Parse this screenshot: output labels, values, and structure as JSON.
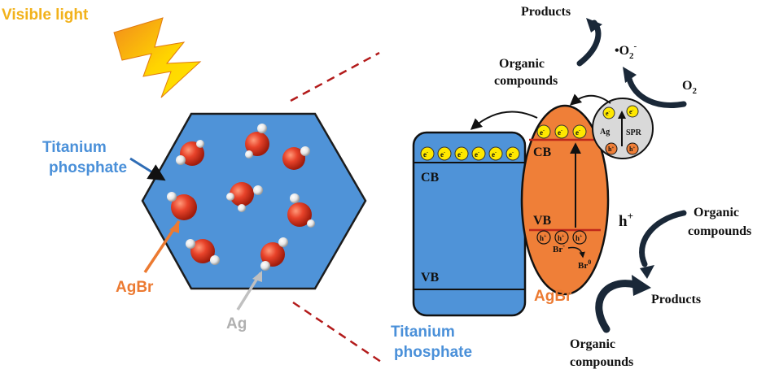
{
  "labels": {
    "visible_light": "Visible light",
    "titanium_phosphate_left_1": "Titanium",
    "titanium_phosphate_left_2": "phosphate",
    "agbr_left": "AgBr",
    "ag_left": "Ag",
    "products_top": "Products",
    "superoxide_prefix": "•O",
    "superoxide_sub": "2",
    "superoxide_sup": "-",
    "o2_prefix": "O",
    "o2_sub": "2",
    "organic_top_1": "Organic",
    "organic_top_2": "compounds",
    "cb_left": "CB",
    "vb_left": "VB",
    "cb_right": "CB",
    "vb_right": "VB",
    "ag_sphere": "Ag",
    "spr": "SPR",
    "electron": "e",
    "electron_sup": "-",
    "hole": "h",
    "hole_sup": "+",
    "br_minus": "Br",
    "br_minus_sup": "-",
    "br_zero": "Br",
    "br_zero_sup": "0",
    "hplus": "h",
    "hplus_sup": "+",
    "organic_right_1": "Organic",
    "organic_right_2": "compounds",
    "products_right": "Products",
    "organic_bottom_1": "Organic",
    "organic_bottom_2": "compounds",
    "agbr_right": "AgBr",
    "titanium_phosphate_right_1": "Titanium",
    "titanium_phosphate_right_2": "phosphate"
  },
  "colors": {
    "titanium_blue": "#4f93d8",
    "agbr_orange": "#ef7f38",
    "ag_gray": "#d9d9d9",
    "visible_light_yellow": "#f2b21b",
    "lightning_yellow": "#ffe600",
    "lightning_orange": "#f28b1c",
    "particle_red": "#e8432a",
    "dashed_red": "#b31b1b",
    "arrow_dark": "#1a2838",
    "electron_yellow": "#ffe800",
    "label_blue": "#4a90d9",
    "label_orange": "#ec7a31",
    "label_gray": "#b0b0b0"
  },
  "particles": 8,
  "electrons_titanium": 6,
  "electrons_agbr": 3,
  "holes_agbr": 3
}
